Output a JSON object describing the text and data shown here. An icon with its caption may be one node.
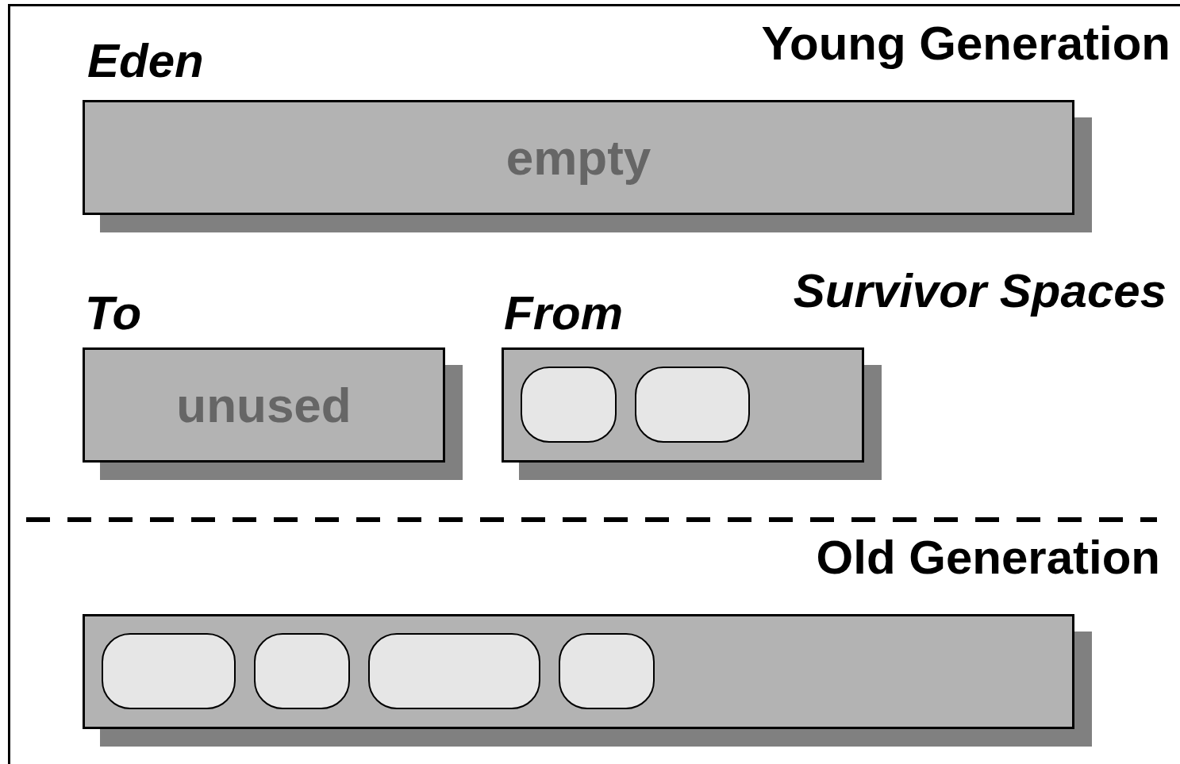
{
  "diagram": {
    "nodes": [
      {
        "text": [
          "Eden",
          "empty"
        ]
      },
      {
        "text": [
          "To",
          "unused"
        ]
      },
      {
        "text": [
          "From"
        ]
      },
      {
        "text": [],
        "shape": "box",
        "in": 2
      },
      {
        "text": [],
        "shape": "box",
        "in": 2
      },
      {
        "text": [],
        "shape": "box"
      },
      {
        "text": [],
        "shape": "box",
        "in": 5
      },
      {
        "text": [],
        "shape": "box",
        "in": 5
      },
      {
        "text": [],
        "shape": "box",
        "in": 5
      },
      {
        "text": [],
        "shape": "box",
        "in": 5
      }
    ],
    "edges": [],
    "labels": [
      "Young Generation",
      "Survivor Spaces",
      "Old Generation"
    ]
  }
}
